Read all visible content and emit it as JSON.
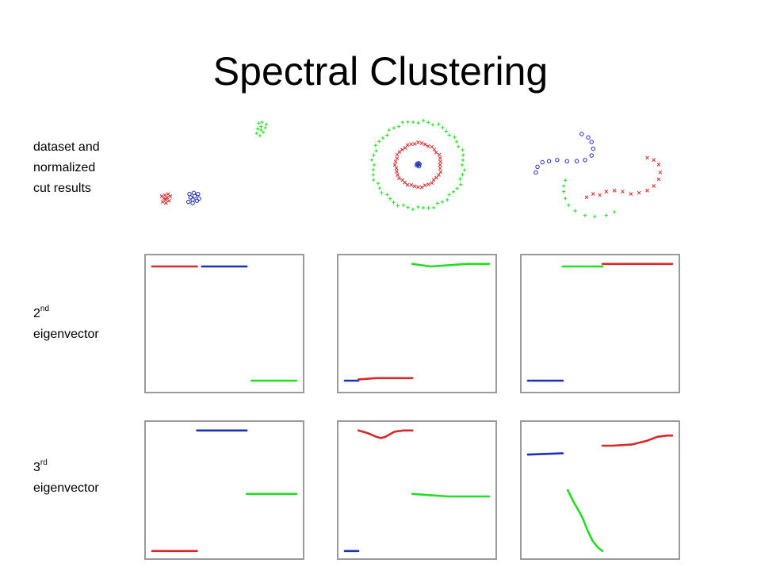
{
  "slide": {
    "title": "Spectral Clustering",
    "row_labels": {
      "dataset": [
        "dataset and",
        "normalized",
        "cut results"
      ],
      "second": {
        "ordinal": "2",
        "suffix": "nd",
        "word": "eigenvector"
      },
      "third": {
        "ordinal": "3",
        "suffix": "rd",
        "word": "eigenvector"
      }
    }
  },
  "colors": {
    "red": "#d42a2a",
    "blue": "#1e2fb8",
    "green": "#22dd22",
    "panel_border": "#9a9a9a"
  },
  "chart_data": [
    {
      "type": "scatter",
      "id": "dataset-blobs",
      "series": [
        {
          "color": "red",
          "marker": "x",
          "points": [
            [
              0.2,
              0.3
            ],
            [
              0.5,
              0.2
            ],
            [
              0.8,
              0.4
            ],
            [
              0.3,
              0.6
            ],
            [
              0.6,
              0.7
            ],
            [
              0.9,
              0.8
            ],
            [
              0.4,
              0.9
            ],
            [
              0.7,
              1.0
            ],
            [
              0.1,
              0.8
            ],
            [
              0.5,
              0.5
            ]
          ]
        },
        {
          "color": "blue",
          "marker": "o",
          "points": [
            [
              2.6,
              0.3
            ],
            [
              3.0,
              0.2
            ],
            [
              3.4,
              0.4
            ],
            [
              2.8,
              0.7
            ],
            [
              3.2,
              0.8
            ],
            [
              3.6,
              0.6
            ],
            [
              2.7,
              1.0
            ],
            [
              3.1,
              1.1
            ],
            [
              3.5,
              1.0
            ],
            [
              3.0,
              0.5
            ]
          ]
        },
        {
          "color": "green",
          "marker": "+",
          "points": [
            [
              9.0,
              6.4
            ],
            [
              9.3,
              6.2
            ],
            [
              9.6,
              6.5
            ],
            [
              9.1,
              6.8
            ],
            [
              9.4,
              7.0
            ],
            [
              9.8,
              6.9
            ],
            [
              9.2,
              7.3
            ],
            [
              9.5,
              7.4
            ],
            [
              9.9,
              7.2
            ],
            [
              9.4,
              6.7
            ]
          ]
        }
      ]
    },
    {
      "type": "scatter",
      "id": "dataset-rings",
      "series": [
        {
          "color": "green",
          "marker": "+",
          "ring": {
            "cx": 0,
            "cy": 0,
            "r": 1.0,
            "n": 56
          }
        },
        {
          "color": "red",
          "marker": "x",
          "ring": {
            "cx": 0,
            "cy": 0,
            "r": 0.5,
            "n": 40
          }
        },
        {
          "color": "blue",
          "marker": "o",
          "points": [
            [
              0,
              0
            ],
            [
              0.03,
              0.02
            ],
            [
              -0.02,
              0.03
            ],
            [
              0.02,
              -0.03
            ],
            [
              -0.03,
              -0.01
            ],
            [
              0.01,
              0.04
            ]
          ]
        }
      ]
    },
    {
      "type": "scatter",
      "id": "dataset-curves",
      "series": [
        {
          "color": "blue",
          "marker": "o",
          "points": [
            [
              0.5,
              4.5
            ],
            [
              0.6,
              5.0
            ],
            [
              0.9,
              5.4
            ],
            [
              1.3,
              5.5
            ],
            [
              1.8,
              5.6
            ],
            [
              2.4,
              5.5
            ],
            [
              3.0,
              5.5
            ],
            [
              3.5,
              5.6
            ],
            [
              3.9,
              6.0
            ],
            [
              4.0,
              6.6
            ],
            [
              3.9,
              7.2
            ],
            [
              3.7,
              7.6
            ],
            [
              3.3,
              7.9
            ]
          ]
        },
        {
          "color": "red",
          "marker": "x",
          "points": [
            [
              3.6,
              2.3
            ],
            [
              4.0,
              2.6
            ],
            [
              4.4,
              2.5
            ],
            [
              4.8,
              2.8
            ],
            [
              5.3,
              2.9
            ],
            [
              5.8,
              2.8
            ],
            [
              6.3,
              2.6
            ],
            [
              6.8,
              2.7
            ],
            [
              7.3,
              2.9
            ],
            [
              7.7,
              3.3
            ],
            [
              8.0,
              3.9
            ],
            [
              8.1,
              4.5
            ],
            [
              8.0,
              5.2
            ],
            [
              7.7,
              5.6
            ],
            [
              7.3,
              5.8
            ]
          ]
        },
        {
          "color": "green",
          "marker": "+",
          "points": [
            [
              2.3,
              3.8
            ],
            [
              2.2,
              3.3
            ],
            [
              2.2,
              2.8
            ],
            [
              2.3,
              2.2
            ],
            [
              2.5,
              1.6
            ],
            [
              2.9,
              1.1
            ],
            [
              3.5,
              0.7
            ],
            [
              4.1,
              0.6
            ],
            [
              4.8,
              0.7
            ],
            [
              5.3,
              1.0
            ]
          ]
        }
      ]
    },
    {
      "type": "line",
      "id": "eig2-blobs",
      "series": [
        {
          "color": "red",
          "x": [
            1,
            10
          ],
          "y": [
            0.95,
            0.95
          ]
        },
        {
          "color": "blue",
          "x": [
            11,
            20
          ],
          "y": [
            0.95,
            0.95
          ]
        },
        {
          "color": "green",
          "x": [
            21,
            30
          ],
          "y": [
            0.05,
            0.05
          ]
        }
      ]
    },
    {
      "type": "line",
      "id": "eig2-rings",
      "series": [
        {
          "color": "blue",
          "x": [
            1,
            4
          ],
          "y": [
            0.05,
            0.05
          ]
        },
        {
          "color": "red",
          "x": [
            4,
            8,
            11,
            16
          ],
          "y": [
            0.06,
            0.07,
            0.07,
            0.07
          ]
        },
        {
          "color": "green",
          "x": [
            16,
            20,
            24,
            28,
            33
          ],
          "y": [
            0.97,
            0.95,
            0.96,
            0.97,
            0.97
          ]
        }
      ]
    },
    {
      "type": "line",
      "id": "eig2-curves",
      "series": [
        {
          "color": "blue",
          "x": [
            1,
            8
          ],
          "y": [
            0.05,
            0.05
          ]
        },
        {
          "color": "green",
          "x": [
            8,
            16
          ],
          "y": [
            0.95,
            0.95
          ]
        },
        {
          "color": "red",
          "x": [
            16,
            30
          ],
          "y": [
            0.97,
            0.97
          ]
        }
      ]
    },
    {
      "type": "line",
      "id": "eig3-blobs",
      "series": [
        {
          "color": "red",
          "x": [
            1,
            10
          ],
          "y": [
            0.02,
            0.02
          ]
        },
        {
          "color": "blue",
          "x": [
            10,
            20
          ],
          "y": [
            0.97,
            0.97
          ]
        },
        {
          "color": "green",
          "x": [
            20,
            30
          ],
          "y": [
            0.47,
            0.47
          ]
        }
      ]
    },
    {
      "type": "line",
      "id": "eig3-rings",
      "series": [
        {
          "color": "blue",
          "x": [
            1,
            4
          ],
          "y": [
            0.02,
            0.02
          ]
        },
        {
          "color": "red",
          "x": [
            4,
            6,
            8,
            9,
            10,
            12,
            14,
            16
          ],
          "y": [
            0.97,
            0.95,
            0.92,
            0.91,
            0.92,
            0.96,
            0.97,
            0.97
          ]
        },
        {
          "color": "green",
          "x": [
            16,
            20,
            24,
            28,
            33
          ],
          "y": [
            0.47,
            0.46,
            0.45,
            0.45,
            0.45
          ]
        }
      ]
    },
    {
      "type": "line",
      "id": "eig3-curves",
      "series": [
        {
          "color": "blue",
          "x": [
            1,
            8
          ],
          "y": [
            0.78,
            0.79
          ]
        },
        {
          "color": "red",
          "x": [
            16,
            18,
            22,
            25,
            27,
            29,
            30
          ],
          "y": [
            0.85,
            0.85,
            0.86,
            0.89,
            0.92,
            0.93,
            0.93
          ]
        },
        {
          "color": "green",
          "x": [
            9,
            10,
            11,
            12,
            13,
            14,
            15,
            16
          ],
          "y": [
            0.5,
            0.42,
            0.35,
            0.28,
            0.18,
            0.1,
            0.05,
            0.02
          ]
        }
      ]
    }
  ]
}
